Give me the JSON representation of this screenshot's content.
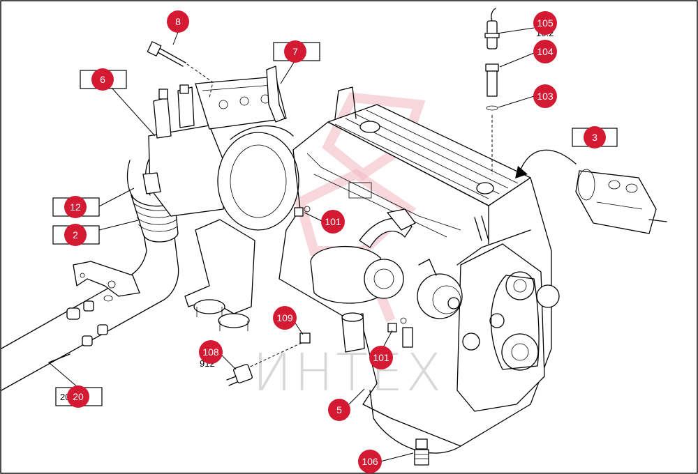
{
  "watermark": {
    "text": "ИНТЕХ"
  },
  "callouts": [
    {
      "id": "8",
      "label": "8"
    },
    {
      "id": "7",
      "label": "7"
    },
    {
      "id": "6",
      "label": "6"
    },
    {
      "id": "105",
      "label": "105"
    },
    {
      "id": "104",
      "label": "104"
    },
    {
      "id": "103",
      "label": "103"
    },
    {
      "id": "3",
      "label": "3"
    },
    {
      "id": "12",
      "label": "12"
    },
    {
      "id": "2",
      "label": "2"
    },
    {
      "id": "101a",
      "label": "101"
    },
    {
      "id": "109",
      "label": "109"
    },
    {
      "id": "101b",
      "label": "101"
    },
    {
      "id": "108",
      "label": "108"
    },
    {
      "id": "5",
      "label": "5"
    },
    {
      "id": "106",
      "label": "106"
    },
    {
      "id": "20",
      "label": "20"
    }
  ],
  "partial_labels": {
    "p105": "10.2",
    "p108": "912",
    "p20": "20.260"
  }
}
